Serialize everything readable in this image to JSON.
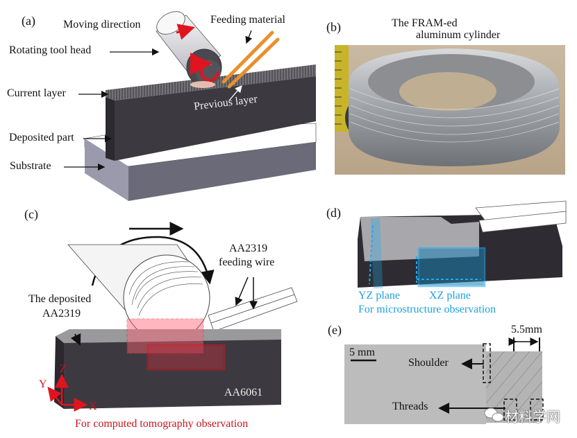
{
  "panels": {
    "a": {
      "id": "(a)",
      "labels": {
        "moving_direction": "Moving direction",
        "feeding_material": "Feeding material",
        "rotating_tool_head": "Rotating tool head",
        "current_layer": "Current layer",
        "previous_layer": "Previous layer",
        "deposited_part": "Deposited part",
        "substrate": "Substrate"
      }
    },
    "b": {
      "id": "(b)",
      "title_line1": "The FRAM-ed",
      "title_line2": "aluminum cylinder"
    },
    "c": {
      "id": "(c)",
      "labels": {
        "feeding_wire_line1": "AA2319",
        "feeding_wire_line2": "feeding wire",
        "deposited_line1": "The deposited",
        "deposited_line2": "AA2319",
        "substrate_alloy": "AA6061",
        "axis_x": "X",
        "axis_y": "Y",
        "axis_z": "Z",
        "caption": "For computed tomography observation"
      }
    },
    "d": {
      "id": "(d)",
      "labels": {
        "yz_plane": "YZ plane",
        "xz_plane": "XZ plane",
        "caption": "For microstructure observation"
      }
    },
    "e": {
      "id": "(e)",
      "labels": {
        "scale_bar": "5 mm",
        "dimension": "5.5mm",
        "shoulder": "Shoulder",
        "threads": "Threads"
      }
    }
  },
  "watermark": {
    "text": "材料学网",
    "icon": "wechat-icon"
  },
  "colors": {
    "red_accent": "#e0141e",
    "blue_accent": "#1eaaf0",
    "dark_block": "#3c3a40",
    "tape_yellow": "#c8b428",
    "wire_orange": "#e8902a"
  }
}
